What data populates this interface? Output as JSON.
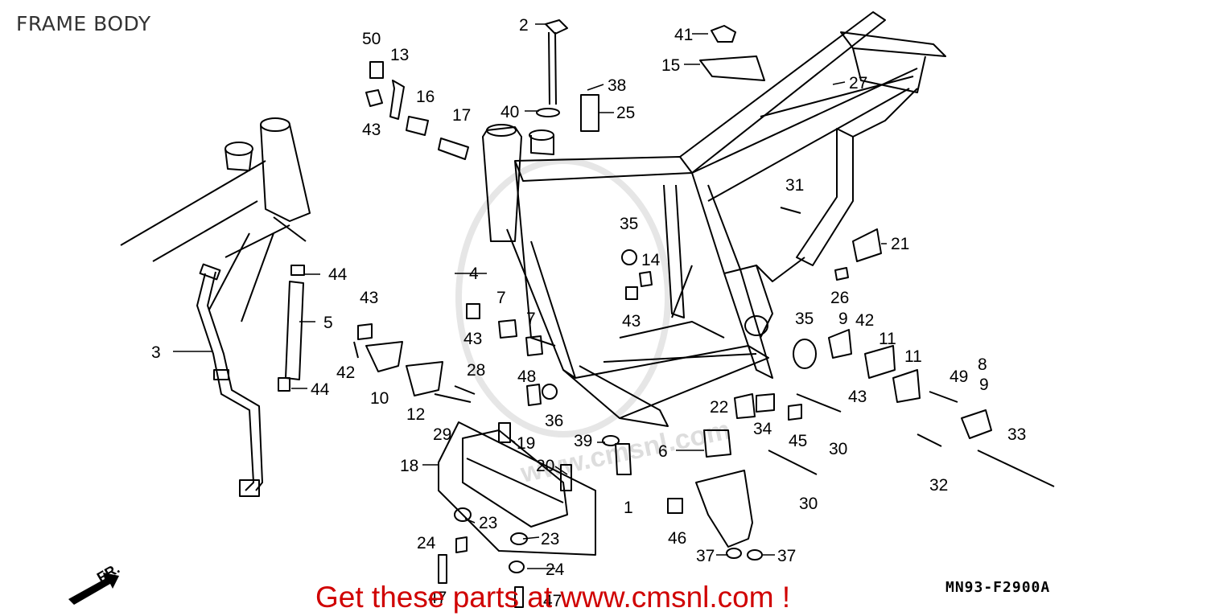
{
  "title": "FRAME BODY",
  "diagram_code": "MN93-F2900A",
  "promo_text": "Get these parts at www.cmsnl.com !",
  "watermark": "www.cmsnl.com",
  "front_marker": "FR.",
  "colors": {
    "promo": "#d00000",
    "lines": "#000000",
    "watermark": "#dddddd"
  },
  "callouts": {
    "c1": "1",
    "c2": "2",
    "c3": "3",
    "c4": "4",
    "c5": "5",
    "c6": "6",
    "c7a": "7",
    "c7b": "7",
    "c8": "8",
    "c9a": "9",
    "c9b": "9",
    "c10": "10",
    "c11a": "11",
    "c11b": "11",
    "c12": "12",
    "c13": "13",
    "c14": "14",
    "c15": "15",
    "c16": "16",
    "c17": "17",
    "c18": "18",
    "c19": "19",
    "c20": "20",
    "c21": "21",
    "c22": "22",
    "c23a": "23",
    "c23b": "23",
    "c24a": "24",
    "c24b": "24",
    "c25": "25",
    "c26": "26",
    "c27": "27",
    "c28": "28",
    "c29": "29",
    "c30a": "30",
    "c30b": "30",
    "c31": "31",
    "c32": "32",
    "c33": "33",
    "c34": "34",
    "c35a": "35",
    "c35b": "35",
    "c36": "36",
    "c37a": "37",
    "c37b": "37",
    "c38": "38",
    "c39": "39",
    "c40": "40",
    "c41": "41",
    "c42a": "42",
    "c42b": "42",
    "c43a": "43",
    "c43b": "43",
    "c43c": "43",
    "c43d": "43",
    "c43e": "43",
    "c44a": "44",
    "c44b": "44",
    "c45": "45",
    "c46": "46",
    "c47a": "47",
    "c47b": "47",
    "c48": "48",
    "c49": "49",
    "c50": "50"
  }
}
